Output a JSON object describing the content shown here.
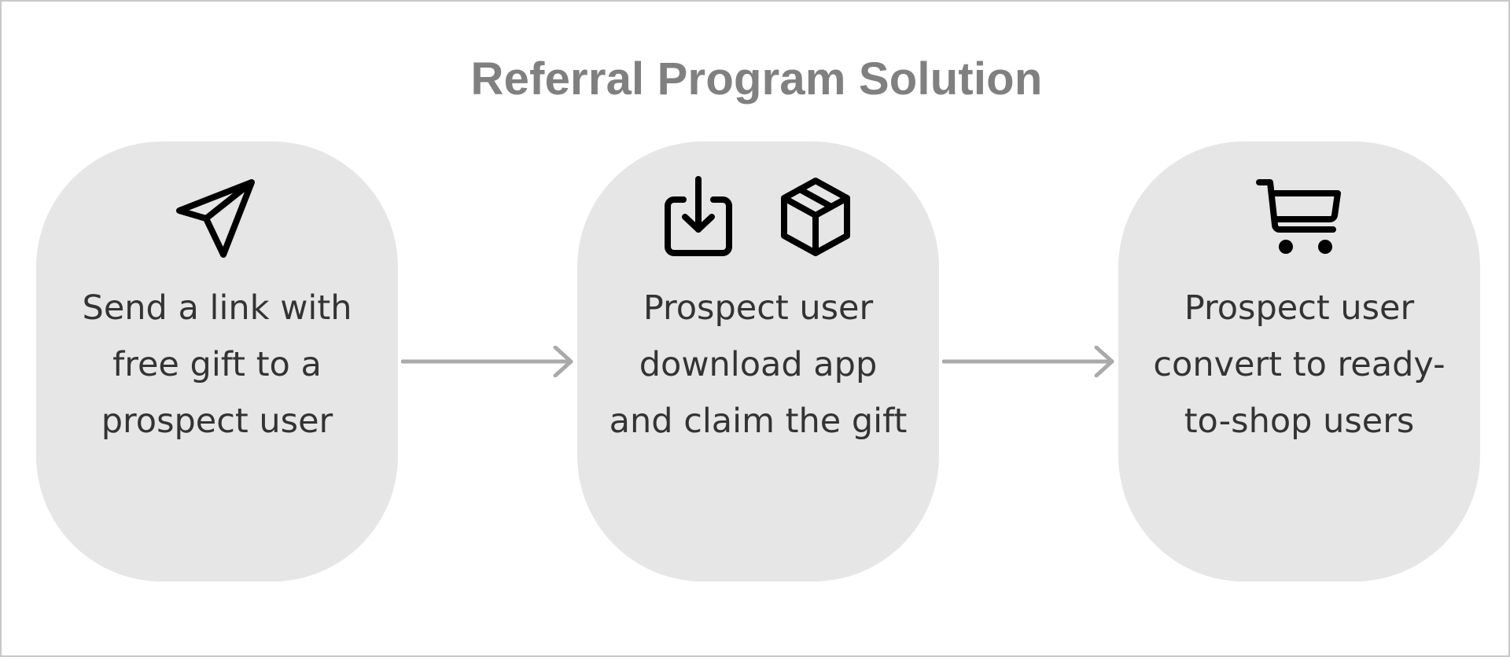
{
  "title": "Referral Program Solution",
  "steps": [
    {
      "icons": [
        "send-icon"
      ],
      "lines": [
        "Send a link with",
        "free gift to a",
        "prospect user"
      ]
    },
    {
      "icons": [
        "download-icon",
        "package-icon"
      ],
      "lines": [
        "Prospect user",
        "download app",
        "and claim the gift"
      ]
    },
    {
      "icons": [
        "shopping-cart-icon"
      ],
      "lines": [
        "Prospect user",
        "convert to ready-",
        "to-shop users"
      ]
    }
  ],
  "connectors": [
    "arrow-right-icon",
    "arrow-right-icon"
  ],
  "colors": {
    "background": "#ffffff",
    "border": "#c8c8c8",
    "card": "#e6e6e6",
    "title": "#808080",
    "text": "#333333",
    "arrow": "#aaaaaa",
    "icon": "#000000"
  }
}
